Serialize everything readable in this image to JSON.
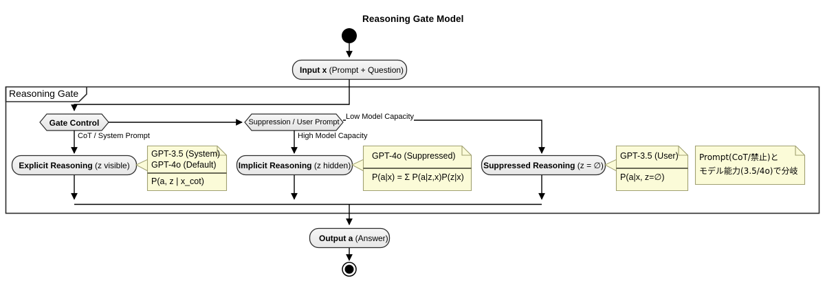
{
  "diagram": {
    "title": "Reasoning Gate Model",
    "type": "uml-activity-diagram",
    "frame_label": "Reasoning Gate"
  },
  "nodes": {
    "start": {
      "name": "start-node",
      "shape": "filled-circle"
    },
    "input": {
      "bold": "Input x",
      "rest": " (Prompt + Question)"
    },
    "gate_control": {
      "label": "Gate Control",
      "shape": "hexagon"
    },
    "suppression": {
      "label": "Suppression / User Prompt",
      "shape": "hexagon"
    },
    "explicit": {
      "name": "Explicit Reasoning",
      "sub": "(z visible)"
    },
    "implicit": {
      "name": "Implicit Reasoning",
      "sub": "(z hidden)"
    },
    "suppressed": {
      "name": "Suppressed Reasoning",
      "sub": "(z = ∅)"
    },
    "output": {
      "bold": "Output a",
      "rest": " (Answer)"
    },
    "end": {
      "name": "end-node",
      "shape": "circle-with-dot"
    }
  },
  "edges": {
    "cot_system_prompt": "CoT / System Prompt",
    "low_model_capacity": "Low Model Capacity",
    "high_model_capacity": "High Model Capacity"
  },
  "notes": {
    "explicit_note": {
      "top": [
        "GPT-3.5 (System)",
        "GPT-4o (Default)"
      ],
      "bottom": [
        "P(a, z | x_cot)"
      ]
    },
    "implicit_note": {
      "top": [
        "GPT-4o (Suppressed)"
      ],
      "bottom": [
        "P(a|x) = Σ P(a|z,x)P(z|x)"
      ]
    },
    "suppressed_note": {
      "top": [
        "GPT-3.5 (User)"
      ],
      "bottom": [
        "P(a|x, z=∅)"
      ]
    },
    "summary_note": {
      "lines": [
        "Prompt(CoT/禁止)と",
        "モデル能力(3.5/4o)で分岐"
      ]
    }
  },
  "colors": {
    "node_fill": "#EEEEEE",
    "note_fill": "#FBFBD8",
    "note_border": "#A0A070",
    "line": "#000000",
    "frame_border": "#2B2B2B",
    "background": "#FFFFFF"
  }
}
